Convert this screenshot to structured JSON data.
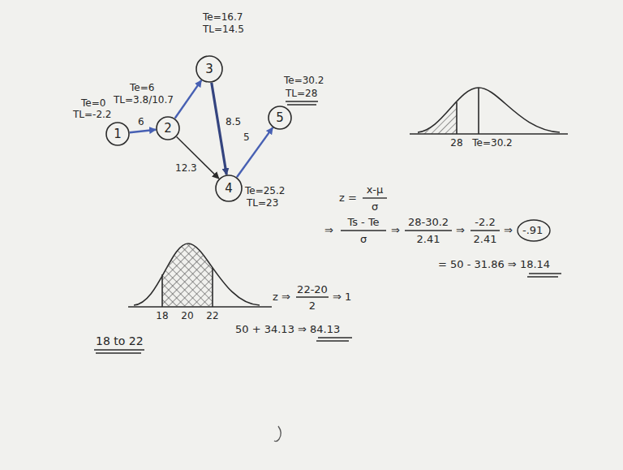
{
  "diagram": {
    "nodes": [
      {
        "text": [
          "1"
        ]
      },
      {
        "text": [
          "2"
        ]
      },
      {
        "text": [
          "3"
        ]
      },
      {
        "text": [
          "4"
        ]
      },
      {
        "text": [
          "5"
        ]
      }
    ],
    "edges": [
      {
        "from": 0,
        "to": 1,
        "arrow": "to",
        "label": "6"
      },
      {
        "from": 1,
        "to": 2,
        "arrow": "to"
      },
      {
        "from": 1,
        "to": 3,
        "arrow": "to",
        "label": "12.3"
      },
      {
        "from": 2,
        "to": 3,
        "arrow": "to",
        "label": "8.5"
      },
      {
        "from": 3,
        "to": 4,
        "arrow": "to",
        "label": "5"
      }
    ],
    "labels": [
      "Te=0",
      "TL=-2.2",
      "Te=6",
      "TL=3.8/10.7",
      "Te=16.7",
      "TL=14.5",
      "Te=30.2",
      "TL=28",
      "Te=25.2",
      "TL=23",
      "28",
      "Te=30.2",
      "z =",
      "x-μ",
      "σ",
      "⇒",
      "Ts - Te",
      "σ",
      "⇒",
      "28-30.2",
      "2.41",
      "⇒",
      "-2.2",
      "2.41",
      "⇒",
      "-.91",
      "= 50 - 31.86 ⇒ 18.14",
      "18",
      "20",
      "22",
      "18 to 22",
      "z ⇒",
      "22-20",
      "2",
      "⇒ 1",
      "50 + 34.13 ⇒ 84.13"
    ]
  }
}
